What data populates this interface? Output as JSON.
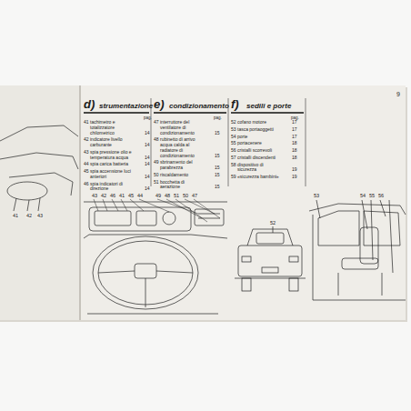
{
  "diagram": {
    "labels": [
      "9",
      "d)",
      "strumentazione",
      "pag.",
      "41",
      "tachimetro e totalizzatore chilometrico",
      "14",
      "42",
      "indicatore livello carburante",
      "14",
      "43",
      "spia pressione olio e temperatura acqua",
      "14",
      "44",
      "spia carica batteria",
      "14",
      "45",
      "spia accensione luci anteriori",
      "14",
      "46",
      "spia indicatori di direzione",
      "14",
      "e)",
      "condizionamento",
      "pag.",
      "47",
      "interruttore del ventilatore di condizionamento",
      "15",
      "48",
      "rubinetto di arrivo acqua calda al radiatore di condizionamento",
      "15",
      "49",
      "sbrinamento del parabrezza",
      "15",
      "50",
      "riscaldamento",
      "15",
      "51",
      "bocchetta di aerazione",
      "15",
      "f)",
      "sedili e porte",
      "pag.",
      "52",
      "cofano motore",
      "17",
      "53",
      "tasca portaoggetti",
      "17",
      "54",
      "porte",
      "17",
      "55",
      "portacenere",
      "18",
      "56",
      "cristalli scorrevoli",
      "18",
      "57",
      "cristalli discendenti",
      "18",
      "58",
      "dispositivo di sicurezza",
      "19",
      "59",
      "«sicurezza bambini»",
      "19",
      "41",
      "42",
      "43",
      "43",
      "42",
      "46",
      "41",
      "45",
      "44",
      "49",
      "48",
      "51",
      "50",
      "47",
      "52",
      "53",
      "54",
      "55",
      "56"
    ]
  }
}
